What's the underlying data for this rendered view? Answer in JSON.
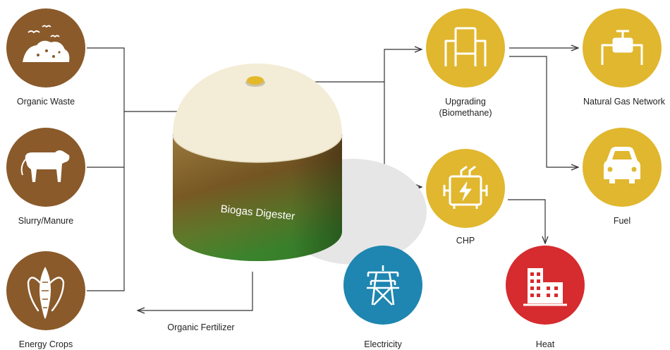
{
  "colors": {
    "brown": "#8a5a2b",
    "yellow": "#e0b72e",
    "blue": "#1e86b0",
    "red": "#d62b2f",
    "dome": "#f3ecd6",
    "line": "#333333"
  },
  "inputs": [
    {
      "label": "Organic Waste",
      "icon": "organic-waste-icon"
    },
    {
      "label": "Slurry/Manure",
      "icon": "cow-icon"
    },
    {
      "label": "Energy Crops",
      "icon": "corn-icon"
    }
  ],
  "digester": {
    "label": "Biogas Digester"
  },
  "fertilizer": {
    "label": "Organic Fertilizer"
  },
  "upgrading": {
    "label_line1": "Upgrading",
    "label_line2": "(Biomethane)",
    "icon": "upgrading-icon"
  },
  "chp": {
    "label": "CHP",
    "icon": "chp-engine-icon"
  },
  "natural_gas": {
    "label": "Natural Gas Network",
    "icon": "gas-pipe-icon"
  },
  "fuel": {
    "label": "Fuel",
    "icon": "car-icon"
  },
  "electricity": {
    "label": "Electricity",
    "icon": "power-tower-icon"
  },
  "heat": {
    "label": "Heat",
    "icon": "building-icon"
  }
}
